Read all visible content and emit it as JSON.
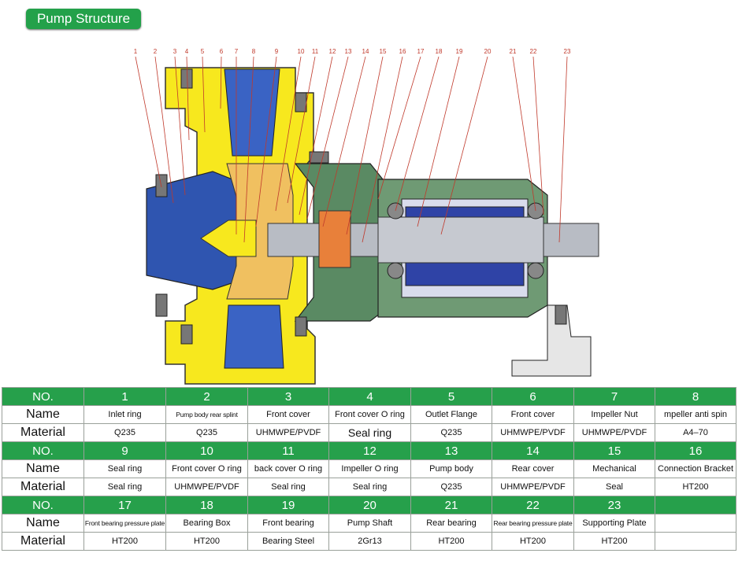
{
  "title": "Pump Structure",
  "callouts": [
    "1",
    "2",
    "3",
    "4",
    "5",
    "6",
    "7",
    "8",
    "9",
    "10",
    "11",
    "12",
    "13",
    "14",
    "15",
    "16",
    "17",
    "18",
    "19",
    "20",
    "21",
    "22",
    "23"
  ],
  "colors": {
    "accent_green": "#26a04b",
    "yellow": "#f7e81e",
    "blue": "#2f55b0",
    "green_body": "#5a8a63",
    "callout_red": "#c0392b"
  },
  "table": {
    "header_no": "NO.",
    "header_name": "Name",
    "header_material": "Material",
    "groups": [
      {
        "nos": [
          "1",
          "2",
          "3",
          "4",
          "5",
          "6",
          "7",
          "8"
        ],
        "names": [
          "Inlet ring",
          "Pump body rear splint",
          "Front cover",
          "Front cover O ring",
          "Outlet Flange",
          "Front cover",
          "Impeller Nut",
          "mpeller anti spin"
        ],
        "materials": [
          "Q235",
          "Q235",
          "UHMWPE/PVDF",
          "Seal ring",
          "Q235",
          "UHMWPE/PVDF",
          "UHMWPE/PVDF",
          "A4–70"
        ]
      },
      {
        "nos": [
          "9",
          "10",
          "11",
          "12",
          "13",
          "14",
          "15",
          "16"
        ],
        "names": [
          "Seal ring",
          "Front cover O ring",
          "back cover O ring",
          "Impeller O ring",
          "Pump body",
          "Rear cover",
          "Mechanical",
          "Connection Bracket"
        ],
        "materials": [
          "Seal ring",
          "UHMWPE/PVDF",
          "Seal ring",
          "Seal ring",
          "Q235",
          "UHMWPE/PVDF",
          "Seal",
          "HT200"
        ]
      },
      {
        "nos": [
          "17",
          "18",
          "19",
          "20",
          "21",
          "22",
          "23",
          ""
        ],
        "names": [
          "Front bearing pressure plate",
          "Bearing Box",
          "Front bearing",
          "Pump Shaft",
          "Rear bearing",
          "Rear bearing pressure plate",
          "Supporting Plate",
          ""
        ],
        "materials": [
          "HT200",
          "HT200",
          "Bearing Steel",
          "2Gr13",
          "HT200",
          "HT200",
          "HT200",
          ""
        ]
      }
    ]
  }
}
